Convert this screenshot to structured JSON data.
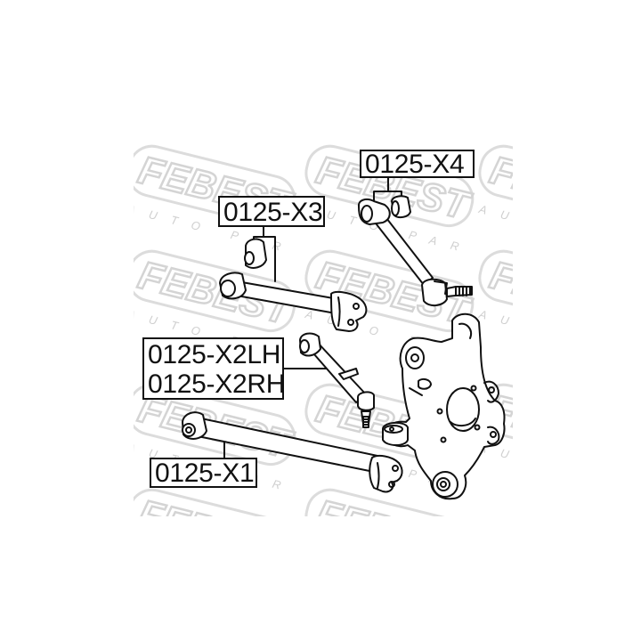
{
  "diagram": {
    "type": "parts-exploded-view",
    "subject": "rear suspension arms and knuckle",
    "watermark": {
      "brand": "FEBEST",
      "tagline": "AUTO PARTS",
      "color": "#d9d9d9"
    },
    "colors": {
      "background": "#ffffff",
      "line": "#111111",
      "label_border": "#111111"
    },
    "labels": [
      {
        "id": "x4",
        "lines": [
          "0125-X4"
        ],
        "points_to": "upper control arm with bushing and ball stud"
      },
      {
        "id": "x3",
        "lines": [
          "0125-X3"
        ],
        "points_to": "rear lateral arm with bushing"
      },
      {
        "id": "x2",
        "lines": [
          "0125-X2LH",
          "0125-X2RH"
        ],
        "points_to": "adjustable toe control arm with ball joint"
      },
      {
        "id": "x1",
        "lines": [
          "0125-X1"
        ],
        "points_to": "lower lateral link"
      }
    ],
    "components": [
      "upper-arm-x4",
      "bushing-x4",
      "lateral-arm-x3",
      "bushing-x3",
      "toe-arm-x2",
      "lower-link-x1",
      "steering-knuckle"
    ]
  }
}
